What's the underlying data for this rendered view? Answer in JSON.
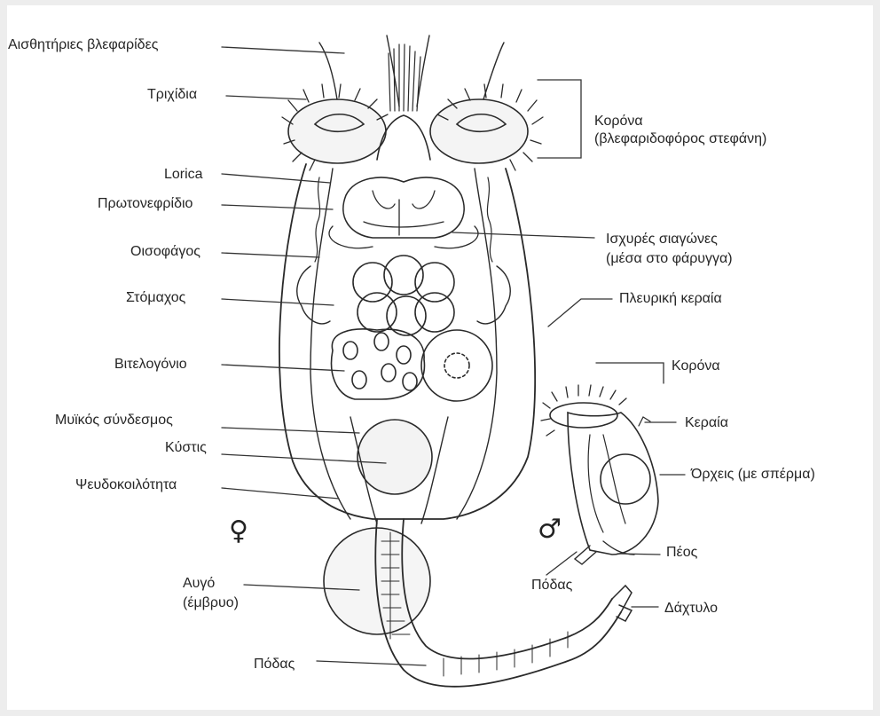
{
  "labels": {
    "sensory_cilia": "Αισθητήριες βλεφαρίδες",
    "trichidia": "Τριχίδια",
    "corona": "Κορόνα",
    "corona_sub": "(βλεφαριδοφόρος στεφάνη)",
    "lorica": "Lorica",
    "protonephridium": "Πρωτονεφρίδιο",
    "jaws": "Ισχυρές σιαγώνες",
    "jaws_sub": "(μέσα στο φάρυγγα)",
    "esophagus": "Οισοφάγος",
    "stomach": "Στόμαχος",
    "lateral_antenna": "Πλευρική κεραία",
    "vitellarium": "Βιτελογόνιο",
    "male_corona": "Κορόνα",
    "muscle_band": "Μυϊκός σύνδεσμος",
    "male_antenna": "Κεραία",
    "bladder": "Κύστις",
    "testes": "Όρχεις (με σπέρμα)",
    "pseudocoel": "Ψευδοκοιλότητα",
    "penis": "Πέος",
    "male_foot": "Πόδας",
    "egg": "Αυγό",
    "egg_sub": "(έμβρυο)",
    "toe": "Δάχτυλο",
    "foot": "Πόδας"
  },
  "symbols": {
    "female": "♀",
    "male": "♂"
  },
  "colors": {
    "ink": "#262626",
    "background": "#ffffff",
    "frame": "#ededed"
  }
}
